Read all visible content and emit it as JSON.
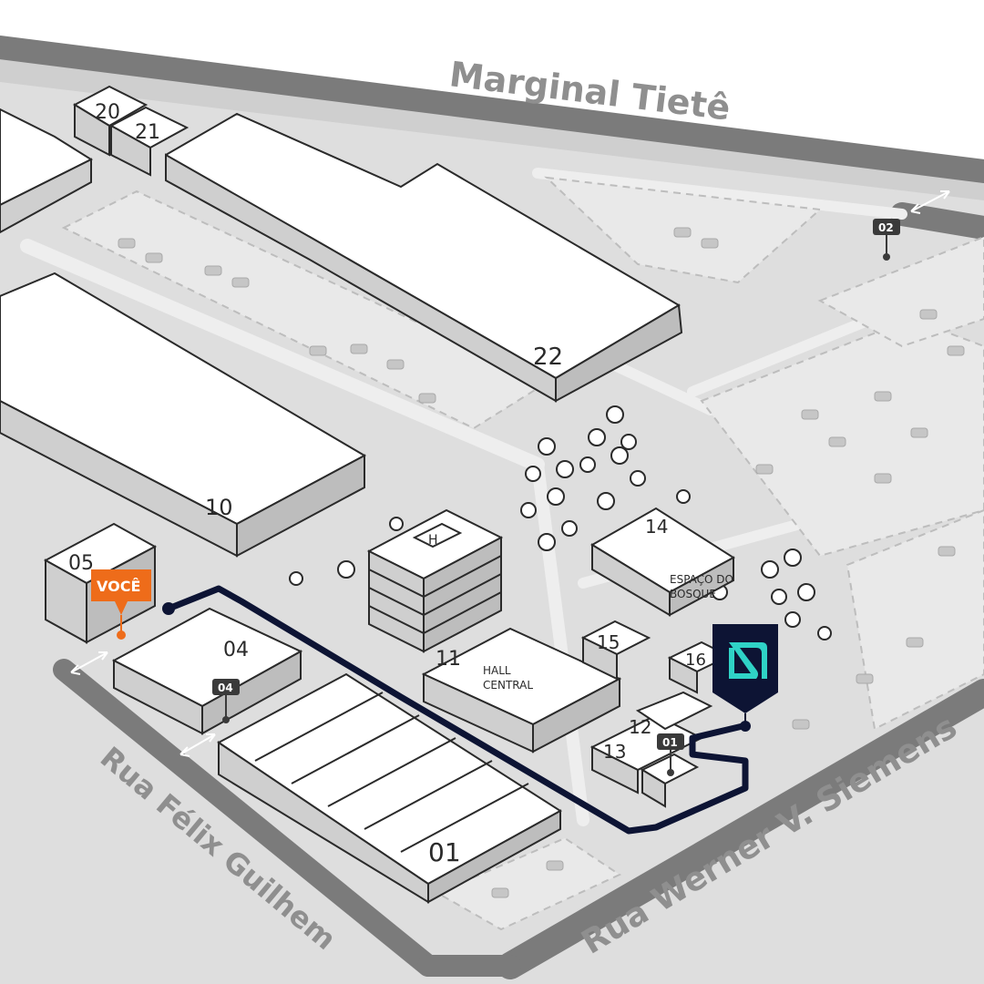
{
  "streets": {
    "north": "Marginal Tietê",
    "southeast": "Rua Werner V. Siemens",
    "southwest": "Rua Félix Guilhem"
  },
  "buildings": {
    "b01": "01",
    "b04": "04",
    "b05": "05",
    "b10": "10",
    "b11": "11",
    "b11_name_line1": "HALL",
    "b11_name_line2": "CENTRAL",
    "b12": "12",
    "b13": "13",
    "b14": "14",
    "b14_name_line1": "ESPAÇO DO",
    "b14_name_line2": "BOSQUE",
    "b15": "15",
    "b16": "16",
    "b20": "20",
    "b21": "21",
    "b22": "22",
    "helipad": "H"
  },
  "gates": {
    "g01": "01",
    "g02": "02",
    "g04": "04"
  },
  "markers": {
    "you_are_here": "VOCÊ",
    "destination_logo": "N"
  },
  "colors": {
    "road": "#7b7b7b",
    "ground": "#dedede",
    "building_top": "#ffffff",
    "building_side": "#cfcfcf",
    "outline": "#2a2a2a",
    "route": "#0d1434",
    "you_marker": "#ee6c1a",
    "destination_marker": "#0d1434",
    "destination_accent": "#2fd3c6"
  }
}
